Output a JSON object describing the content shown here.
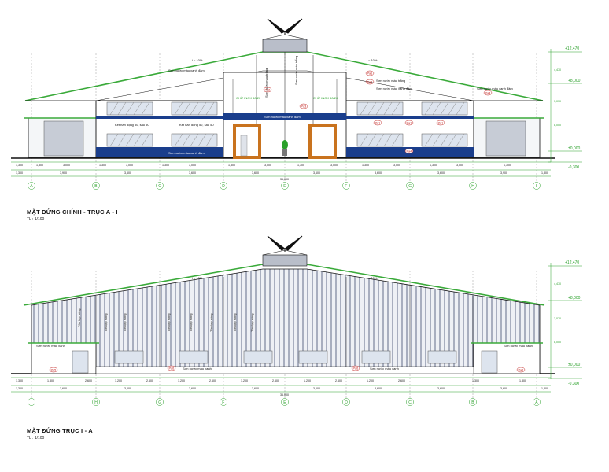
{
  "colors": {
    "line": "#1a1a1a",
    "dim": "#2aa02a",
    "roof": "#3aaa3a",
    "base": "#1a3e8c",
    "door": "#c9731e",
    "wall_stripe": "#a8aebf",
    "tag": "#c0201e"
  },
  "drawing1": {
    "title": "MẶT ĐỨNG CHÍNH - TRỤC A - I",
    "scale": "TL : 1/100",
    "grid_labels": [
      "A",
      "B",
      "C",
      "D",
      "E",
      "F",
      "G",
      "H",
      "I"
    ],
    "levels": [
      "+12,470",
      "+8,000",
      "±0,000",
      "-0,300"
    ],
    "slope_left": "i = 10%",
    "slope_right": "i = 10%",
    "notes": {
      "roof_left": "Sơn nước màu xanh đậm",
      "roof_right": "Sơn nước màu xanh đậm",
      "white_right": "Sơn nước màu trắng",
      "white_center": "Sơn nước màu trắng",
      "white_center2": "Sơn nước màu trắng",
      "nameplate_left": "CHỮ INOX 40/20",
      "nameplate_right": "CHỮ INOX 40/20",
      "blue_right": "Sơn nước màu xanh đậm",
      "glass_left": "Kết nan động 50, sâu 50",
      "glass_left2": "Kết nan động 50, sâu 50",
      "center_band": "Sơn nước màu xanh đậm",
      "base_band": "Sơn nước màu xanh đậm"
    },
    "tags": [
      "Pa1",
      "Pa2",
      "Pa3",
      "Pa4"
    ],
    "dims_top": [
      "1,300",
      "1,300",
      "3,000",
      "1,300",
      "3,000",
      "1,300",
      "3,000",
      "1,300",
      "3,000",
      "1,300",
      "3,000",
      "1,300",
      "3,000",
      "1,300",
      "3,000",
      "1,300"
    ],
    "dims_bottom": [
      "1,300",
      "3,900",
      "3,600",
      "3,600",
      "3,600",
      "3,600",
      "3,600",
      "3,600",
      "3,900",
      "1,300"
    ],
    "dims_total": "36,000",
    "right_dims": [
      "4,470",
      "3,070",
      "8,000"
    ]
  },
  "drawing2": {
    "title": "MẶT ĐỨNG TRỤC I - A",
    "scale": "TL : 1/100",
    "grid_labels": [
      "I",
      "H",
      "G",
      "F",
      "E",
      "D",
      "C",
      "B",
      "A"
    ],
    "levels": [
      "+12,470",
      "+8,000",
      "±0,000",
      "-0,300"
    ],
    "slope_left": "i = 10%",
    "slope_right": "i = 10%",
    "notes": {
      "panel": "Tôn lợp sóng",
      "annex_left": "Sơn nước màu xanh",
      "annex_right": "Sơn nước màu xanh",
      "base": "Sơn nước màu xanh"
    },
    "tags": [
      "Pa5",
      "Pa6",
      "Pa6",
      "Pa5"
    ],
    "dims_top": [
      "1,300",
      "1,300",
      "2,600",
      "1,200",
      "2,600",
      "1,200",
      "2,600",
      "1,200",
      "2,600",
      "1,200",
      "2,600",
      "1,200",
      "2,600",
      "1,300",
      "1,300"
    ],
    "dims_bottom": [
      "1,300",
      "3,600",
      "3,600",
      "3,600",
      "3,600",
      "3,600",
      "3,600",
      "3,600",
      "3,600",
      "1,300"
    ],
    "dims_total": "36,000",
    "right_dims": [
      "4,470",
      "3,070",
      "8,000"
    ]
  }
}
